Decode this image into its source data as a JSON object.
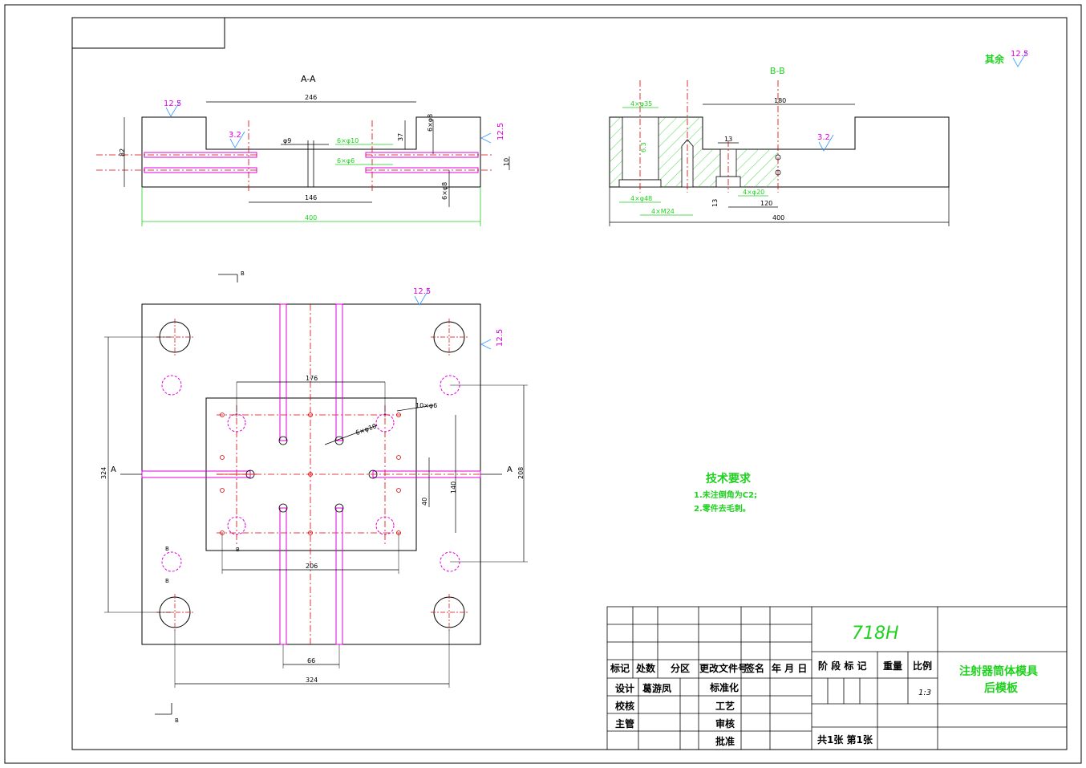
{
  "views": {
    "section_aa": {
      "title": "A-A",
      "dims": {
        "d246": "246",
        "d82": "82",
        "d37": "37",
        "d146": "146",
        "d400": "400",
        "d10": "10",
        "phi9": "φ9",
        "h6x10": "6×φ10",
        "h6x6": "6×φ6",
        "h6x8a": "6×φ8",
        "h6x8b": "6×φ8"
      },
      "rough": [
        "12.5",
        "3.2",
        "12.5"
      ]
    },
    "section_bb": {
      "title": "B-B",
      "dims": {
        "d180": "180",
        "d4x35": "4×φ35",
        "d13": "13",
        "d4x48": "4×φ48",
        "d4xm24": "4×M24",
        "d4x20": "4×φ20",
        "d120": "120",
        "d400": "400",
        "d13v": "13",
        "d63": "6.3"
      },
      "rough": [
        "3.2"
      ]
    },
    "plan": {
      "dims": {
        "d176": "176",
        "d10x6": "10×φ6",
        "d6x10": "6×φ10",
        "d324v": "324",
        "d208": "208",
        "d140": "140",
        "d40": "40",
        "d206": "206",
        "d66": "66",
        "d324h": "324",
        "labA": "A",
        "labB": "B"
      },
      "rough": [
        "12.5",
        "12.5"
      ]
    }
  },
  "rest_roughness": {
    "label": "其余",
    "value": "12.5"
  },
  "tech_requirements": {
    "title": "技术要求",
    "items": [
      "1.未注倒角为C2;",
      "2.零件去毛刺。"
    ]
  },
  "title_block": {
    "material": "718H",
    "part_name_1": "注射器筒体模具",
    "part_name_2": "后模板",
    "scale": "1:3",
    "sheets": "共1张 第1张",
    "designer": "葛游凤",
    "headers": {
      "mark": "标记",
      "count": "处数",
      "zone": "分区",
      "doc": "更改文件号",
      "sign": "签名",
      "date": "年 月 日",
      "stage": "阶 段 标 记",
      "weight": "重量",
      "ratio": "比例"
    },
    "roles": {
      "design": "设计",
      "check": "校核",
      "manager": "主管",
      "standard": "标准化",
      "process": "工艺",
      "review": "审核",
      "approve": "批准"
    }
  }
}
